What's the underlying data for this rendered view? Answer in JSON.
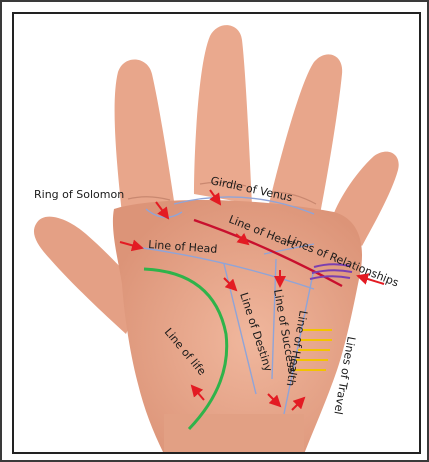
{
  "labels": {
    "ring_of_solomon": "Ring of Solomon",
    "girdle_of_venus": "Girdle of Venus",
    "line_of_heart": "Line of Heart",
    "line_of_head": "Line of Head",
    "lines_of_relationships": "Lines of Relationships",
    "line_of_life": "Line of life",
    "line_of_destiny": "Line of Destiny",
    "line_of_success": "Line of Success",
    "line_of_health": "Line of Health",
    "lines_of_travel": "Lines of Travel"
  },
  "colors": {
    "skin": "#e9a98e",
    "skin_shadow": "#d48c72",
    "line_of_life": "#2fb34a",
    "line_of_heart": "#c8102e",
    "line_of_relationships": "#7b3fb0",
    "line_of_travel": "#f2c300",
    "guide_lines": "#8fa4d8",
    "arrows": "#e31b23"
  }
}
